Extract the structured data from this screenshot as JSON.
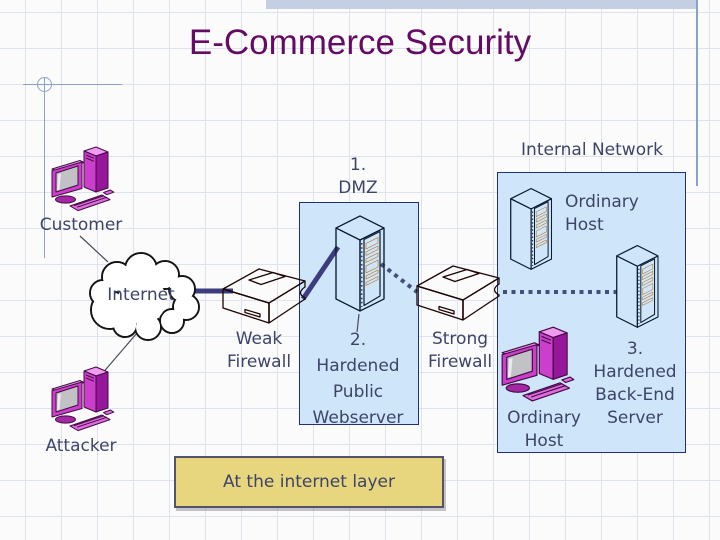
{
  "slide": {
    "title": "E-Commerce Security"
  },
  "labels": {
    "customer": "Customer",
    "internet": "Internet",
    "attacker": "Attacker",
    "weak_firewall": "Weak\nFirewall",
    "dmz": "1.\nDMZ",
    "webserver": "2.\nHardened\nPublic\nWebserver",
    "strong_firewall": "Strong\nFirewall",
    "internal_network": "Internal Network",
    "ordinary_host_top": "Ordinary\nHost",
    "backend_server": "3.\nHardened\nBack-End\nServer",
    "ordinary_host_bottom": "Ordinary\nHost",
    "callout": "At the internet layer"
  },
  "colors": {
    "page_bg": "#fbfbfc",
    "grid_line": "#dde2ee",
    "band_blue": "#c5cfe4",
    "template_line": "#8aa2c8",
    "title_text": "#640b64",
    "label_text": "#3e4468",
    "box_fill": "#cfe6fa",
    "box_border": "#22307a",
    "connector": "#3c3c7e",
    "dotted_connector": "#454f7c",
    "callout_fill": "#e7d67e",
    "callout_border": "#53536b",
    "firewall_red": "#e8251d",
    "server_cyan": "#35efda",
    "server_orange": "#f5831c",
    "pc_magenta": "#cc3fcc",
    "cloud_fill": "#ffffff",
    "cloud_outline": "#141414"
  }
}
